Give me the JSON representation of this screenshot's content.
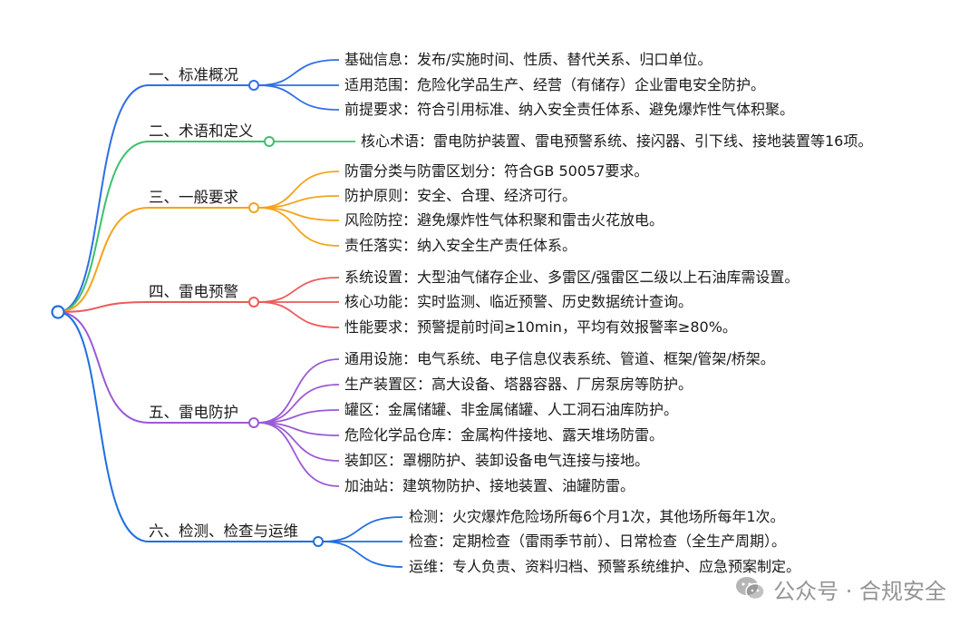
{
  "mindmap": {
    "root_color": "#1f6fe0",
    "branches": [
      {
        "label": "一、标准概况",
        "color": "#2f6ee8",
        "items": [
          "基础信息：发布/实施时间、性质、替代关系、归口单位。",
          "适用范围：危险化学品生产、经营（有储存）企业雷电安全防护。",
          "前提要求：符合引用标准、纳入安全责任体系、避免爆炸性气体积聚。"
        ]
      },
      {
        "label": "二、术语和定义",
        "color": "#3cc06e",
        "items": [
          "核心术语：雷电防护装置、雷电预警系统、接闪器、引下线、接地装置等16项。"
        ]
      },
      {
        "label": "三、一般要求",
        "color": "#f5a31a",
        "items": [
          "防雷分类与防雷区划分：符合GB 50057要求。",
          "防护原则：安全、合理、经济可行。",
          "风险防控：避免爆炸性气体积聚和雷击火花放电。",
          "责任落实：纳入安全生产责任体系。"
        ]
      },
      {
        "label": "四、雷电预警",
        "color": "#ee5a5a",
        "items": [
          "系统设置：大型油气储存企业、多雷区/强雷区二级以上石油库需设置。",
          "核心功能：实时监测、临近预警、历史数据统计查询。",
          "性能要求：预警提前时间≥10min，平均有效报警率≥80%。"
        ]
      },
      {
        "label": "五、雷电防护",
        "color": "#9b59d6",
        "items": [
          "通用设施：电气系统、电子信息仪表系统、管道、框架/管架/桥架。",
          "生产装置区：高大设备、塔器容器、厂房泵房等防护。",
          "罐区：金属储罐、非金属储罐、人工洞石油库防护。",
          "危险化学品仓库：金属构件接地、露天堆场防雷。",
          "装卸区：罩棚防护、装卸设备电气连接与接地。",
          "加油站：建筑物防护、接地装置、油罐防雷。"
        ]
      },
      {
        "label": "六、检测、检查与运维",
        "color": "#1f6fe0",
        "items": [
          "检测：火灾爆炸危险场所每6个月1次，其他场所每年1次。",
          "检查：定期检查（雷雨季节前）、日常检查（全生产周期）。",
          "运维：专人负责、资料归档、预警系统维护、应急预案制定。"
        ]
      }
    ]
  },
  "watermark": {
    "icon": "wechat-icon",
    "text": "公众号 · 合规安全"
  }
}
